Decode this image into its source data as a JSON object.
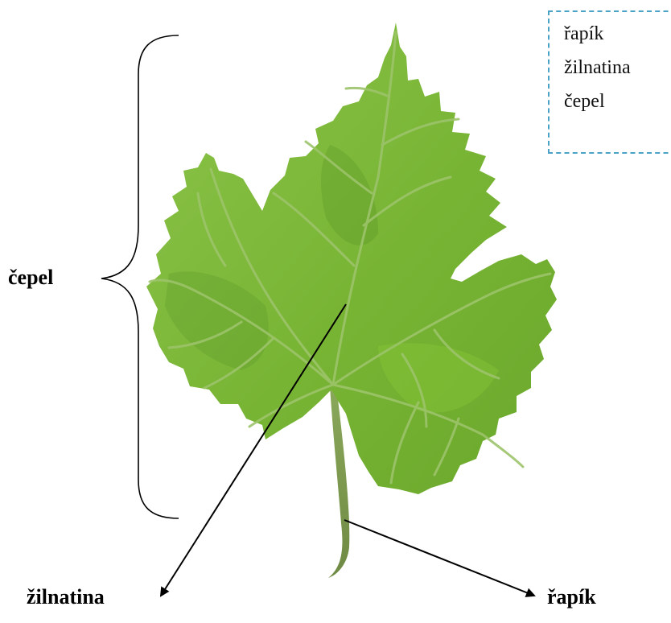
{
  "word_bank": {
    "items": [
      "řapík",
      "žilnatina",
      "čepel"
    ]
  },
  "labels": {
    "blade": "čepel",
    "veins": "žilnatina",
    "petiole": "řapík"
  },
  "colors": {
    "leaf_fill": "#7fb93a",
    "leaf_dark": "#5f9a2a",
    "vein": "#9cc46a",
    "stem": "#7e9a4e",
    "box_border": "#4aa3c7",
    "line": "#000000"
  }
}
